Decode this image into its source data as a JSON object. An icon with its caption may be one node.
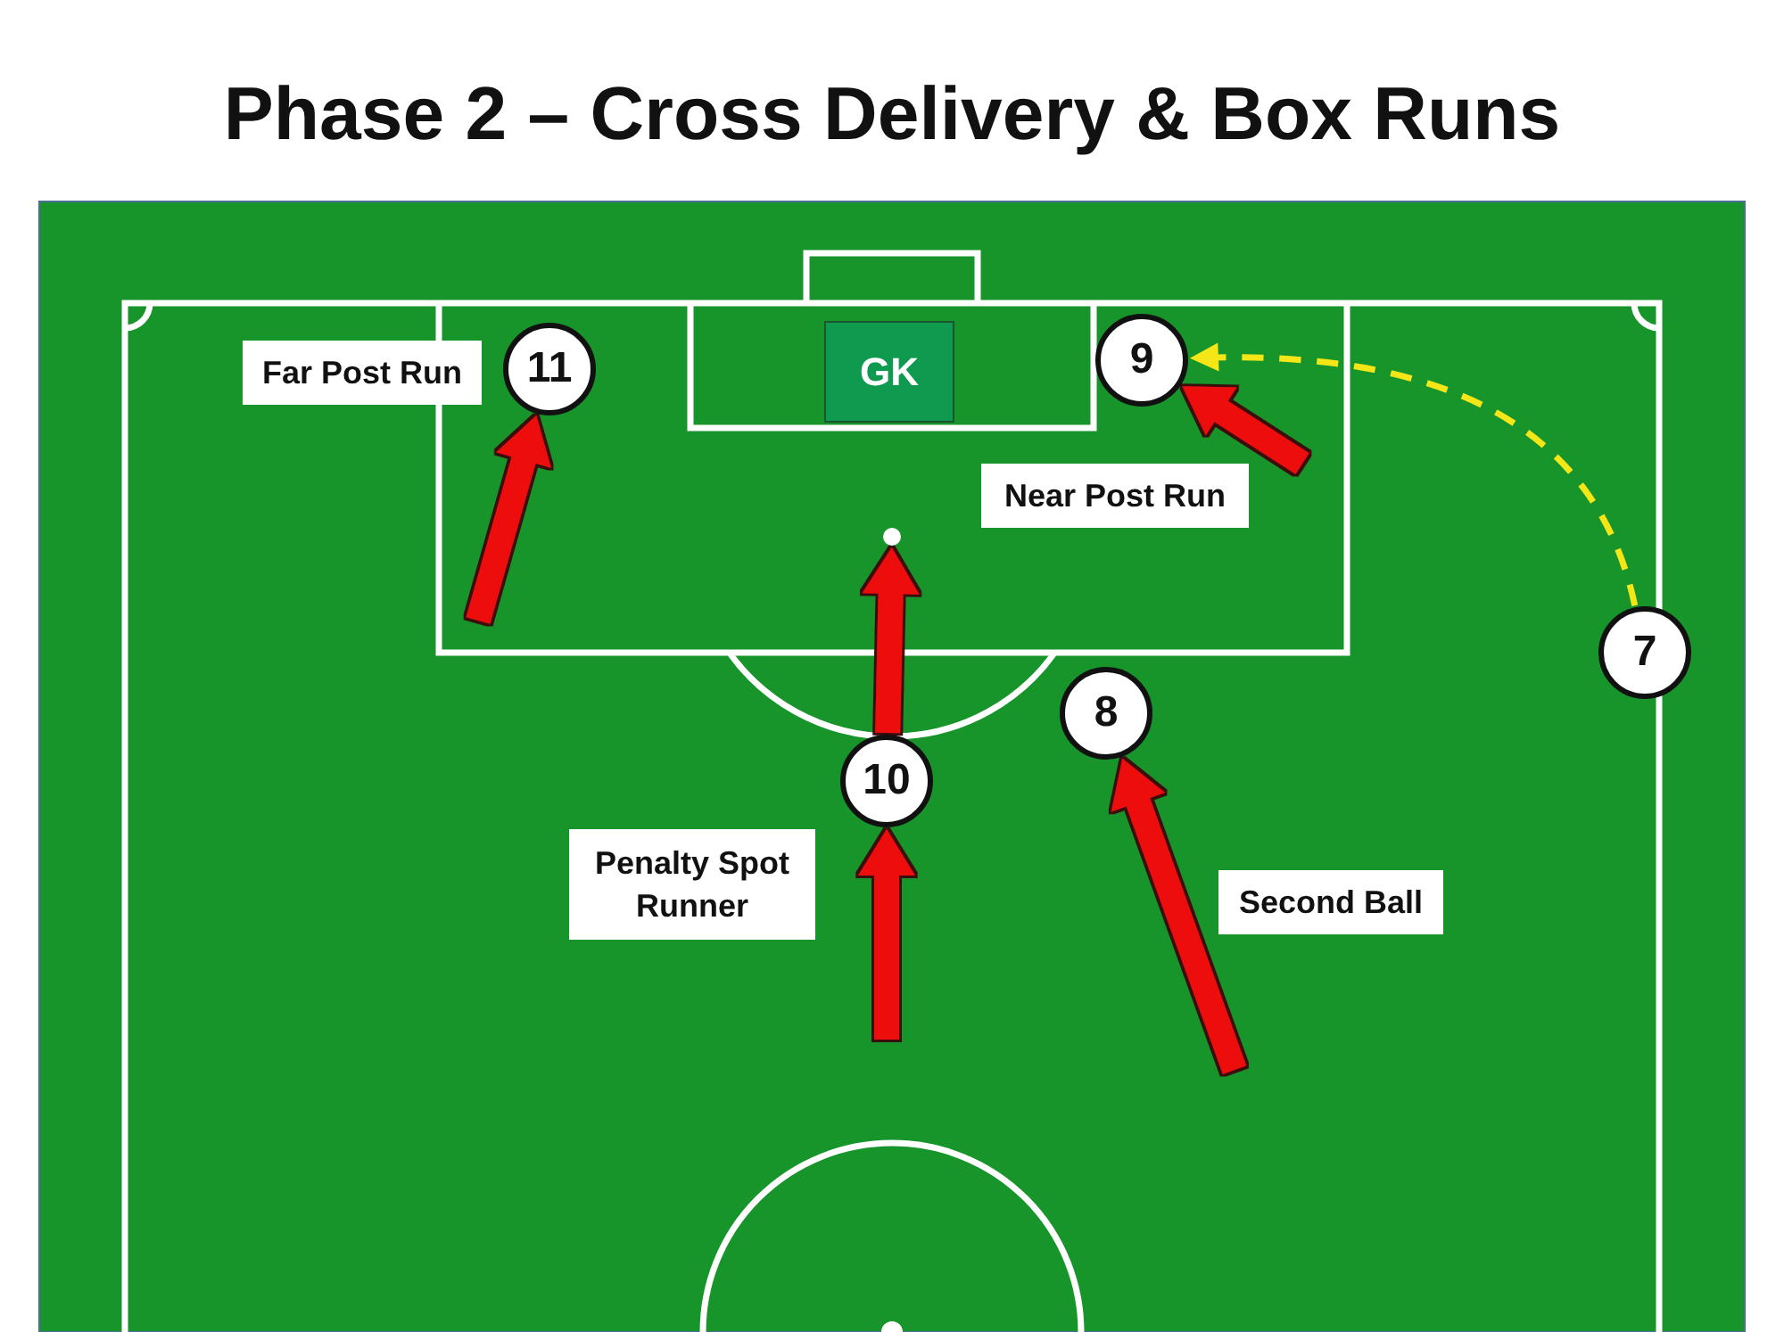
{
  "diagram": {
    "title": "Phase 2 – Cross Delivery & Box Runs",
    "nodes": [
      {
        "text": [
          "GK"
        ]
      },
      {
        "text": [
          "Far Post Run"
        ]
      },
      {
        "text": [
          "11"
        ]
      },
      {
        "text": [
          "9"
        ]
      },
      {
        "text": [
          "Near Post Run"
        ]
      },
      {
        "text": [],
        "shape": "circle"
      },
      {
        "text": [
          "7"
        ]
      },
      {
        "text": [
          "8"
        ]
      },
      {
        "text": [
          "10"
        ]
      },
      {
        "text": [
          "Penalty Spot Runner"
        ]
      },
      {
        "text": [
          "Second Ball"
        ]
      }
    ],
    "edges": [
      {
        "from": null,
        "to": 2,
        "arrow": "to"
      },
      {
        "from": null,
        "to": 3,
        "arrow": "to"
      },
      {
        "from": 8,
        "to": 5,
        "arrow": "to"
      },
      {
        "from": null,
        "to": 8,
        "arrow": "to"
      },
      {
        "from": null,
        "to": 7,
        "arrow": "to"
      },
      {
        "from": 6,
        "to": 3,
        "arrow": "to",
        "style": "dashed",
        "color": "#f5e617"
      }
    ]
  }
}
